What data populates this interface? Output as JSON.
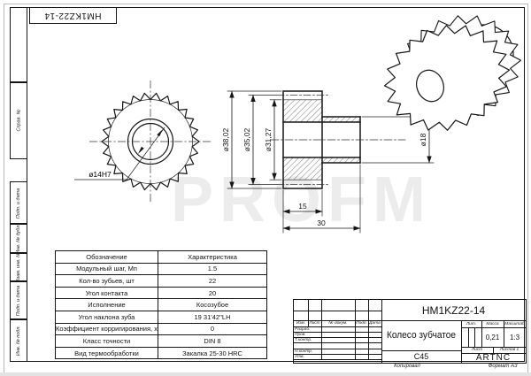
{
  "stamp": {
    "code": "HM1KZ22-14"
  },
  "watermark": "PROFM",
  "margin_labels": [
    "Справ. №",
    "Подп. и дата",
    "Инв. № дубл.",
    "Взам. инв. №",
    "Подп. и дата",
    "Инв. № подл."
  ],
  "views": {
    "dims": {
      "bore": "ø14H7",
      "tip": "ø38,02",
      "pitch": "ø35,02",
      "root": "ø31,27",
      "hub": "ø18",
      "face_width": "15",
      "total_width": "30"
    }
  },
  "param_table": {
    "headers": [
      "Обозначение",
      "Характеристика"
    ],
    "rows": [
      [
        "Модульный шаг, Мп",
        "1.5"
      ],
      [
        "Кол-во зубьев, шт",
        "22"
      ],
      [
        "Угол контакта",
        "20"
      ],
      [
        "Исполнение",
        "Косозубое"
      ],
      [
        "Угол наклона зуба",
        "19 31'42''LH"
      ],
      [
        "Коэффициент корригирования, х",
        "0"
      ],
      [
        "Класс точности",
        "DIN 8"
      ],
      [
        "Вид термообработки",
        "Закалка 25-30 HRC"
      ]
    ]
  },
  "title_block": {
    "part_no": "HM1KZ22-14",
    "name": "Колесо зубчатое",
    "material": "C45",
    "company": "ARTNC",
    "lit_label": "Лит.",
    "mass_label": "Масса",
    "scale_label": "Масштаб",
    "mass": "0,21",
    "scale": "1:3",
    "sheet_label": "Лист",
    "sheets_label": "Листов 1",
    "cols": [
      "Изм.",
      "Лист",
      "№ докум.",
      "Подп.",
      "Дата"
    ],
    "sign_rows": [
      "Разраб.",
      "Пров.",
      "Т.контр.",
      "Н.контр.",
      "Утв."
    ],
    "copied": "Копировал",
    "format": "Формат А3"
  }
}
